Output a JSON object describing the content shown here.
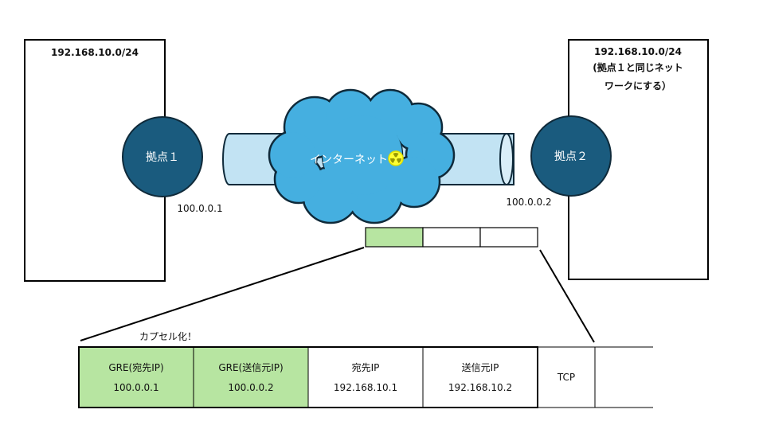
{
  "site1": {
    "network": "192.168.10.0/24",
    "label": "拠点１",
    "ip": "100.0.0.1"
  },
  "site2": {
    "network": "192.168.10.0/24",
    "note_line1": "(拠点１と同じネット",
    "note_line2": "ワークにする）",
    "label": "拠点２",
    "ip": "100.0.0.2"
  },
  "internet": {
    "label": "インターネット",
    "icon": "radiation-icon"
  },
  "encapsulation_label": "カプセル化！",
  "packet": [
    {
      "title": "GRE(宛先IP)",
      "value": "100.0.0.1"
    },
    {
      "title": "GRE(送信元IP)",
      "value": "100.0.0.2"
    },
    {
      "title": "宛先IP",
      "value": "192.168.10.1"
    },
    {
      "title": "送信元IP",
      "value": "192.168.10.2"
    },
    {
      "title": "TCP",
      "value": ""
    }
  ],
  "colors": {
    "site": "#1a5b7e",
    "cloud": "#45afe0",
    "tube": "#c2e3f3",
    "gre": "#b7e5a1"
  }
}
